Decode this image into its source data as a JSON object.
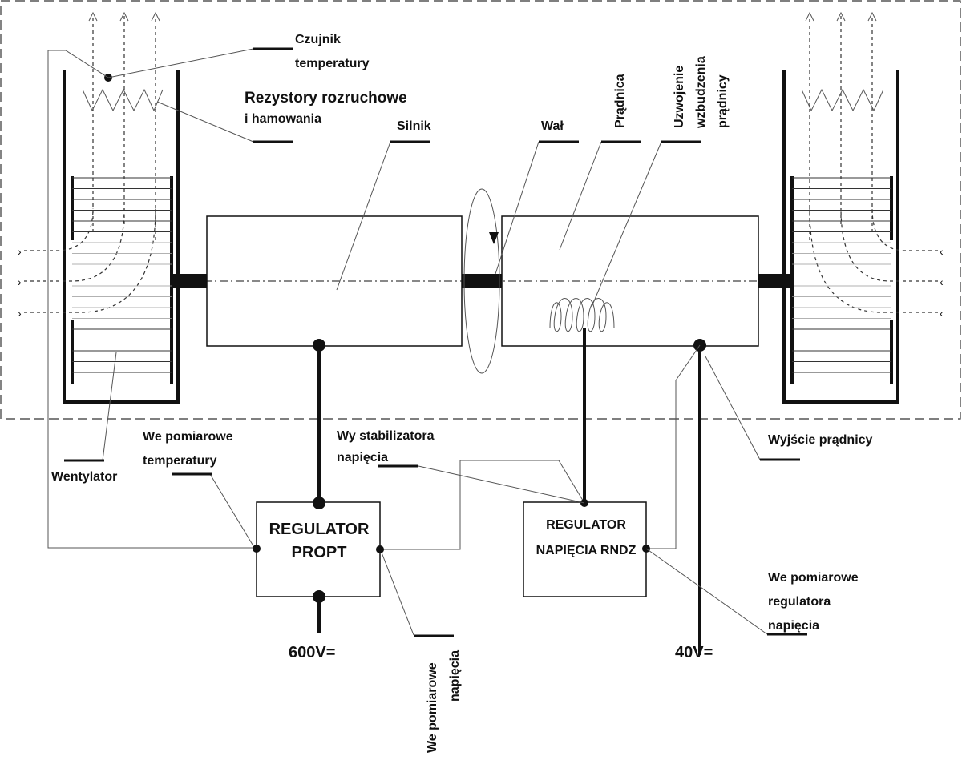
{
  "labels": {
    "czujnik_1": "Czujnik",
    "czujnik_2": "temperatury",
    "rezystory_1": "Rezystory rozruchowe",
    "rezystory_2": "i hamowania",
    "silnik": "Silnik",
    "wal": "Wał",
    "pradnica": "Prądnica",
    "uzwojenie_1": "Uzwojenie",
    "uzwojenie_2": "wzbudzenia",
    "uzwojenie_3": "prądnicy",
    "we_pom_temp_1": "We pomiarowe",
    "we_pom_temp_2": "temperatury",
    "wentylator": "Wentylator",
    "wy_stab_1": "Wy stabilizatora",
    "wy_stab_2": "napięcia",
    "wyjscie_pradnicy": "Wyjście prądnicy",
    "we_pom_reg_1": "We pomiarowe",
    "we_pom_reg_2": "regulatora",
    "we_pom_reg_3": "napięcia",
    "we_pom_nap_1": "We pomiarowe",
    "we_pom_nap_2": "napięcia",
    "v600": "600V=",
    "v40": "40V="
  },
  "blocks": {
    "propt_1": "REGULATOR",
    "propt_2": "PROPT",
    "rndz_1": "REGULATOR",
    "rndz_2": "NAPIĘCIA RNDZ"
  }
}
